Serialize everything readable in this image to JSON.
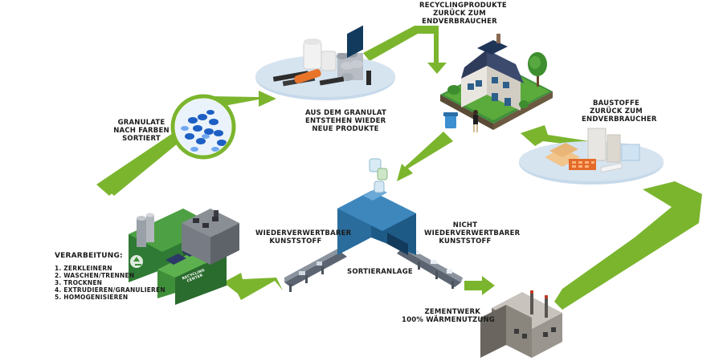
{
  "colors": {
    "arrow_green": "#7bb52e",
    "disc_blue": "#c6d9ea",
    "factory_green": "#3f8f3a",
    "sorter_blue": "#2a6c9c",
    "roof_navy": "#2f3b5a"
  },
  "labels": {
    "recycling_products": [
      "RECYCLINGPRODUKTE",
      "ZURÜCK ZUM",
      "ENDVERBRAUCHER"
    ],
    "granulate": [
      "GRANULATE",
      "NACH FARBEN",
      "SORTIERT"
    ],
    "new_products": [
      "AUS DEM GRANULAT",
      "ENTSTEHEN WIEDER",
      "NEUE PRODUKTE"
    ],
    "building_materials": [
      "BAUSTOFFE",
      "ZURÜCK ZUM",
      "ENDVERBRAUCHER"
    ],
    "recyclable": [
      "WIEDERVERWERTBARER",
      "KUNSTSTOFF"
    ],
    "non_recyclable": [
      "NICHT",
      "WIEDERVERWERTBARER",
      "KUNSTSTOFF"
    ],
    "sorting_plant": "SORTIERANLAGE",
    "cement_plant": [
      "ZEMENTWERK",
      "100% WÄRMENUTZUNG"
    ],
    "processing_title": "VERARBEITUNG:",
    "processing_steps": [
      "1. ZERKLEINERN",
      "2. WASCHEN/TRENNEN",
      "3. TROCKNEN",
      "4. EXTRUDIEREN/GRANULIEREN",
      "5. HOMOGENISIEREN"
    ],
    "factory_sign": [
      "RECYCLING",
      "CENTER"
    ]
  }
}
